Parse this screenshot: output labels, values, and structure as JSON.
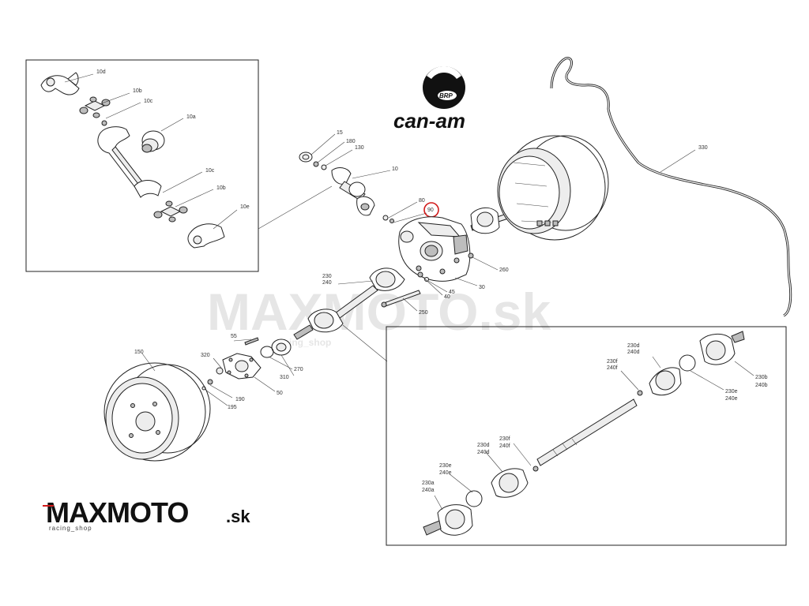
{
  "brand": {
    "logo_badge": "BRP",
    "logo_text": "can-am"
  },
  "watermark": {
    "center_text": "MAXMOTO.sk",
    "center_sub": "racing_shop"
  },
  "footer_logo": {
    "main_left": "MAXMOTO",
    "main_right": ".sk",
    "tagline": "racing_shop"
  },
  "highlight": {
    "color": "#d11a1a",
    "part": "90"
  },
  "callouts": {
    "p10d": "10d",
    "p10b": "10b",
    "p10c": "10c",
    "p10a": "10a",
    "p10c2": "10c",
    "p10b2": "10b",
    "p10e": "10e",
    "p15": "15",
    "p180": "180",
    "p130": "130",
    "p10": "10",
    "p80": "80",
    "p90": "90",
    "p330": "330",
    "p230": "230",
    "p240": "240",
    "p260": "260",
    "p30": "30",
    "p40": "40",
    "p45": "45",
    "p250": "250",
    "p55": "55",
    "p320": "320",
    "p150": "150",
    "p270": "270",
    "p310": "310",
    "p50": "50",
    "p190": "190",
    "p195": "195",
    "d230d": "230d",
    "d240d": "240d",
    "d230f": "230f",
    "d240f": "240f",
    "d230b": "230b",
    "d240b": "240b",
    "d230e": "230e",
    "d240e": "240e",
    "e230d": "230d",
    "e240d": "240d",
    "e230f": "230f",
    "e240f": "240f",
    "e230e": "230e",
    "e240e": "240e",
    "e230a": "230a",
    "e240a": "240a"
  }
}
